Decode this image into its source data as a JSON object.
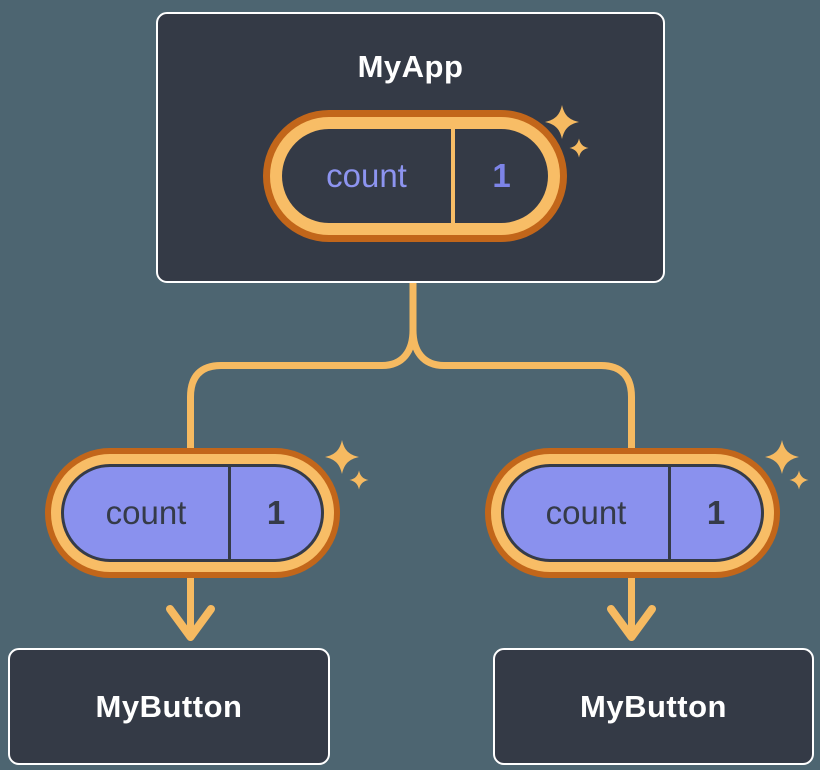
{
  "colors": {
    "page-bg": "#4d6571",
    "card-bg": "#343a46",
    "card-border": "#ffffff",
    "card-text": "#ffffff",
    "pill-purple": "#8a91ee",
    "pill-dark-text": "#353b48",
    "state-name-color": "#8d94f0",
    "state-value-color": "#7d84e8",
    "ring-light": "#f8bd66",
    "ring-dark": "#c2661a",
    "line-orange": "#f6ba61"
  },
  "tree": {
    "root": {
      "label": "MyApp",
      "state": {
        "name": "count",
        "value": "1"
      }
    },
    "children": [
      {
        "label": "MyButton",
        "state": {
          "name": "count",
          "value": "1"
        }
      },
      {
        "label": "MyButton",
        "state": {
          "name": "count",
          "value": "1"
        }
      }
    ]
  }
}
